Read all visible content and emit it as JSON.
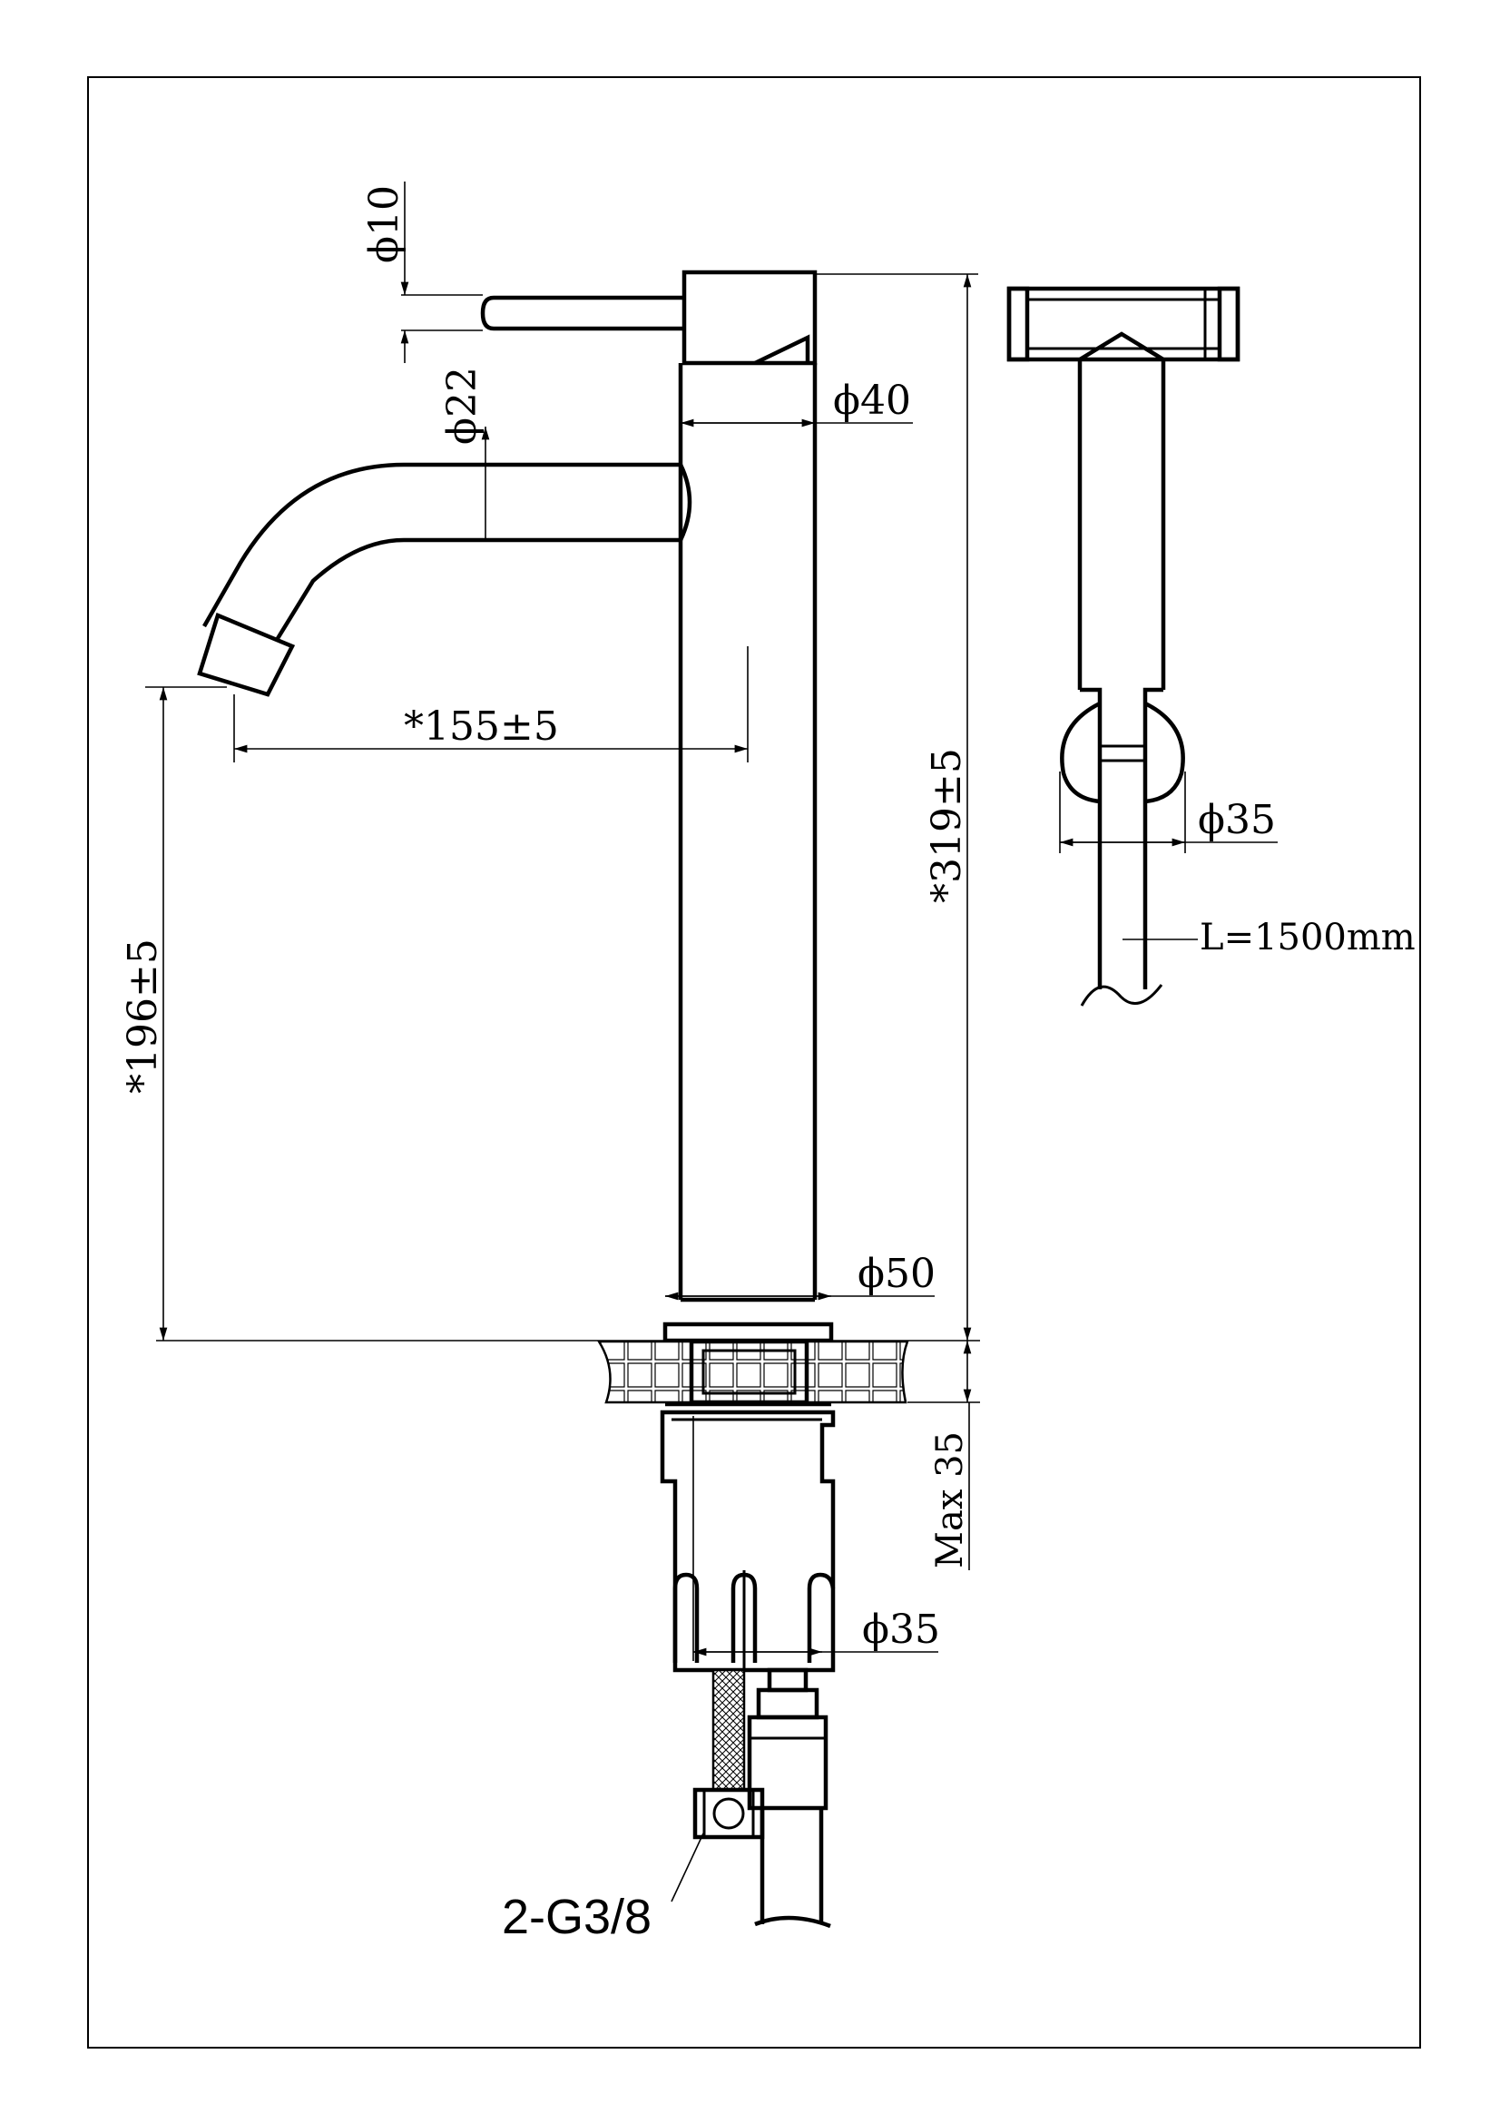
{
  "labels": {
    "d_handle": "ϕ10",
    "d_spout": "ϕ22",
    "d_body_top": "ϕ40",
    "reach": "*155±5",
    "height_total": "*319±5",
    "height_spout": "*196±5",
    "d_base": "ϕ50",
    "max_thickness": "Max  35",
    "d_shank": "ϕ35",
    "connection": "2-G3/8",
    "d_handle_side": "ϕ35",
    "hose_length": "L=1500mm"
  },
  "colors": {
    "line": "#000000",
    "background": "#ffffff"
  }
}
